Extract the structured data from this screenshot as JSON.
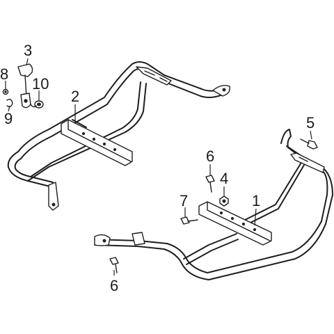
{
  "diagram": {
    "background": "#ffffff",
    "line_color": "#1e1e1e",
    "parts": [
      {
        "label": "1",
        "icon": "front-frame"
      },
      {
        "label": "2",
        "icon": "rear-frame"
      },
      {
        "label": "3",
        "icon": "latch-lever"
      },
      {
        "label": "4",
        "icon": "nut"
      },
      {
        "label": "5",
        "icon": "bolt"
      },
      {
        "label": "6",
        "icon": "bolt"
      },
      {
        "label": "7",
        "icon": "bolt"
      },
      {
        "label": "8",
        "icon": "washer"
      },
      {
        "label": "9",
        "icon": "clip"
      },
      {
        "label": "10",
        "icon": "bushing"
      }
    ],
    "callouts": {
      "c1": "1",
      "c2": "2",
      "c3": "3",
      "c4": "4",
      "c5": "5",
      "c6a": "6",
      "c6b": "6",
      "c7": "7",
      "c8": "8",
      "c9": "9",
      "c10": "10"
    }
  }
}
